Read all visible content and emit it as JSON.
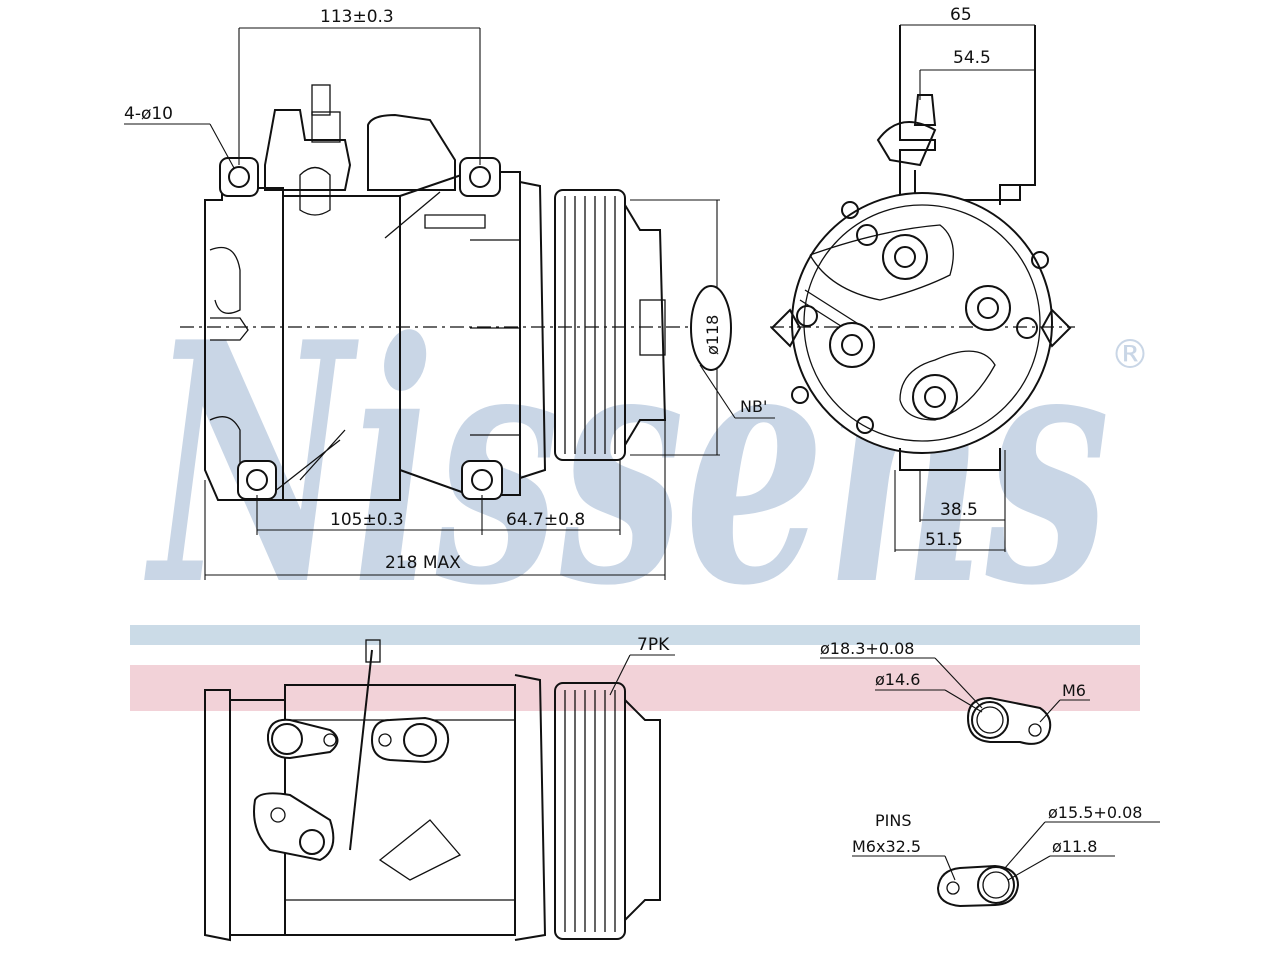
{
  "watermark": {
    "brand": "Nissens",
    "registered": "®",
    "color": "#c9d6e6",
    "band_blue": "#cbdbe7",
    "band_pink": "#f2d2d8"
  },
  "dimensions": {
    "top_width": "113±0.3",
    "holes": "4-ø10",
    "hole_spacing": "105±0.3",
    "pulley_offset": "64.7±0.8",
    "overall_length": "218 MAX",
    "pulley_diameter": "ø118",
    "nb_label": "NB'",
    "right_width": "65",
    "right_port_offset": "54.5",
    "right_bottom_1": "38.5",
    "right_bottom_2": "51.5",
    "belt": "7PK",
    "port1_outer": "ø18.3+0.08",
    "port1_inner": "ø14.6",
    "port1_thread": "M6",
    "pins_title": "PINS",
    "pins_size": "M6x32.5",
    "port2_outer": "ø15.5+0.08",
    "port2_inner": "ø11.8"
  }
}
